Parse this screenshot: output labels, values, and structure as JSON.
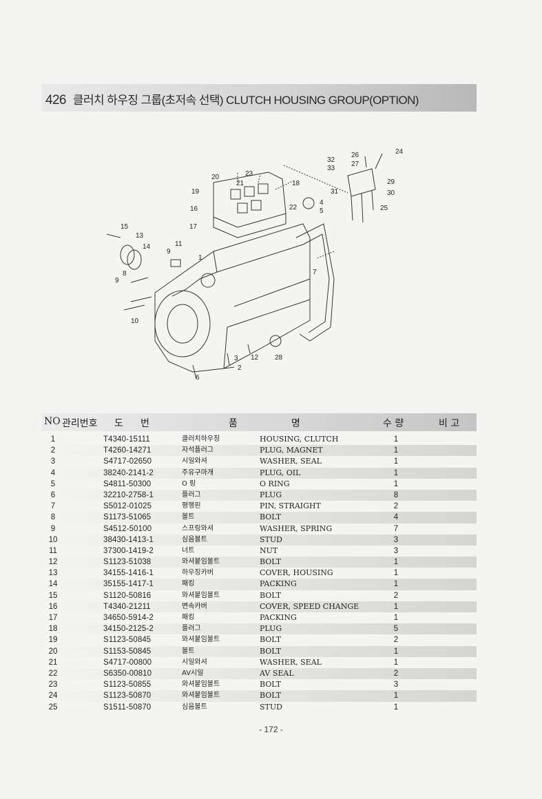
{
  "title": {
    "number": "426",
    "text": "클러치 하우징 그룹(초저속 선택) CLUTCH HOUSING GROUP(OPTION)"
  },
  "diagram": {
    "callouts": [
      "24",
      "26",
      "32",
      "27",
      "33",
      "29",
      "30",
      "31",
      "25",
      "23",
      "20",
      "21",
      "18",
      "19",
      "4",
      "5",
      "22",
      "16",
      "17",
      "15",
      "13",
      "14",
      "11",
      "9",
      "1",
      "7",
      "8",
      "9",
      "10",
      "12",
      "28",
      "3",
      "2",
      "6"
    ]
  },
  "table": {
    "headers": {
      "no": "NO",
      "mgmt": "관리번호",
      "drawing_1": "도",
      "drawing_2": "번",
      "name_1": "품",
      "name_2": "명",
      "qty": "수 량",
      "remark": "비 고"
    },
    "rows": [
      {
        "no": "1",
        "pn": "T4340-15111",
        "kr": "클러치하우징",
        "en": "HOUSING, CLUTCH",
        "qty": "1"
      },
      {
        "no": "2",
        "pn": "T4260-14271",
        "kr": "자석플러그",
        "en": "PLUG, MAGNET",
        "qty": "1"
      },
      {
        "no": "3",
        "pn": "S4717-02650",
        "kr": "시일와셔",
        "en": "WASHER, SEAL",
        "qty": "1"
      },
      {
        "no": "4",
        "pn": "38240-2141-2",
        "kr": "주유구마개",
        "en": "PLUG, OIL",
        "qty": "1"
      },
      {
        "no": "5",
        "pn": "S4811-50300",
        "kr": "O 링",
        "en": "O RING",
        "qty": "1"
      },
      {
        "no": "6",
        "pn": "32210-2758-1",
        "kr": "플러그",
        "en": "PLUG",
        "qty": "8"
      },
      {
        "no": "7",
        "pn": "S5012-01025",
        "kr": "평행핀",
        "en": "PIN, STRAIGHT",
        "qty": "2"
      },
      {
        "no": "8",
        "pn": "S1173-51065",
        "kr": "볼트",
        "en": "BOLT",
        "qty": "4"
      },
      {
        "no": "9",
        "pn": "S4512-50100",
        "kr": "스프링와셔",
        "en": "WASHER, SPRING",
        "qty": "7"
      },
      {
        "no": "10",
        "pn": "38430-1413-1",
        "kr": "심음볼트",
        "en": "STUD",
        "qty": "3"
      },
      {
        "no": "11",
        "pn": "37300-1419-2",
        "kr": "너트",
        "en": "NUT",
        "qty": "3"
      },
      {
        "no": "12",
        "pn": "S1123-51038",
        "kr": "와셔붙임볼트",
        "en": "BOLT",
        "qty": "1"
      },
      {
        "no": "13",
        "pn": "34155-1416-1",
        "kr": "하우징카버",
        "en": "COVER, HOUSING",
        "qty": "1"
      },
      {
        "no": "14",
        "pn": "35155-1417-1",
        "kr": "패킹",
        "en": "PACKING",
        "qty": "1"
      },
      {
        "no": "15",
        "pn": "S1120-50816",
        "kr": "와셔붙임볼트",
        "en": "BOLT",
        "qty": "2"
      },
      {
        "no": "16",
        "pn": "T4340-21211",
        "kr": "변속카버",
        "en": "COVER, SPEED CHANGE",
        "qty": "1"
      },
      {
        "no": "17",
        "pn": "34650-5914-2",
        "kr": "패킹",
        "en": "PACKING",
        "qty": "1"
      },
      {
        "no": "18",
        "pn": "34150-2125-2",
        "kr": "플러그",
        "en": "PLUG",
        "qty": "5"
      },
      {
        "no": "19",
        "pn": "S1123-50845",
        "kr": "와셔붙임볼트",
        "en": "BOLT",
        "qty": "2"
      },
      {
        "no": "20",
        "pn": "S1153-50845",
        "kr": "볼트",
        "en": "BOLT",
        "qty": "1"
      },
      {
        "no": "21",
        "pn": "S4717-00800",
        "kr": "시일와셔",
        "en": "WASHER, SEAL",
        "qty": "1"
      },
      {
        "no": "22",
        "pn": "S6350-00810",
        "kr": "AV시일",
        "en": "AV SEAL",
        "qty": "2"
      },
      {
        "no": "23",
        "pn": "S1123-50855",
        "kr": "와셔붙임볼트",
        "en": "BOLT",
        "qty": "3"
      },
      {
        "no": "24",
        "pn": "S1123-50870",
        "kr": "와셔붙임볼트",
        "en": "BOLT",
        "qty": "1"
      },
      {
        "no": "25",
        "pn": "S1511-50870",
        "kr": "심음볼트",
        "en": "STUD",
        "qty": "1"
      }
    ]
  },
  "page_number": "- 172 -"
}
